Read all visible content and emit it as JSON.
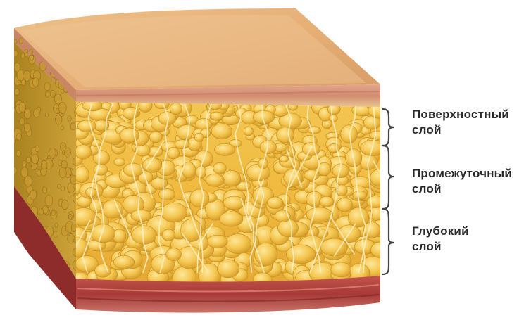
{
  "labels": {
    "superficial": {
      "line1": "Поверхностный",
      "line2": "слой"
    },
    "intermediate": {
      "line1": "Промежуточный",
      "line2": "слой"
    },
    "deep": {
      "line1": "Глубокий",
      "line2": "слой"
    }
  },
  "colors": {
    "skin_top": "#e8b57a",
    "skin_edge": "#c98a5e",
    "dermis_band": "#d79a7e",
    "fat": "#f2c24a",
    "fat_highlight": "#fbe08a",
    "fat_shadow": "#c98a1e",
    "septa": "#f6e6b0",
    "muscle": "#b5433f",
    "muscle_dark": "#8e2c2b",
    "bracket": "#444444"
  }
}
